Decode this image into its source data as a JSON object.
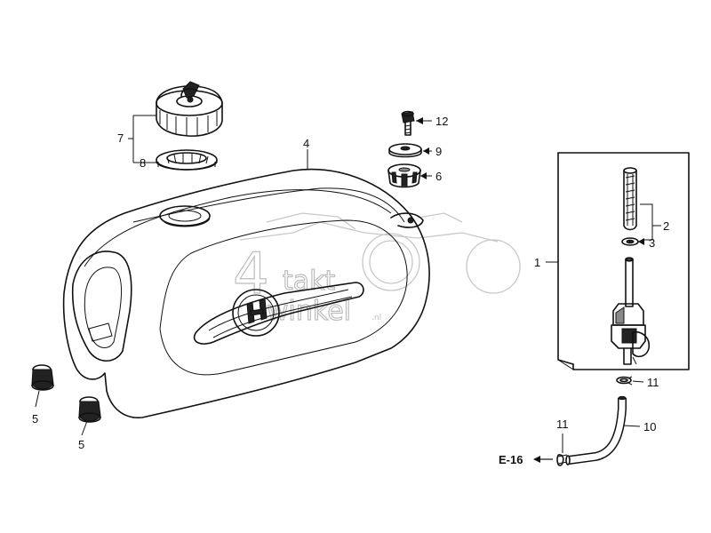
{
  "callouts": {
    "c1": "1",
    "c2": "2",
    "c3": "3",
    "c4": "4",
    "c5a": "5",
    "c5b": "5",
    "c6": "6",
    "c7": "7",
    "c8": "8",
    "c9": "9",
    "c10": "10",
    "c11a": "11",
    "c11b": "11",
    "c12": "12",
    "ref": "E-16"
  },
  "watermark": {
    "digit": "4",
    "word1": "takt",
    "word2": "winkel",
    "suffix": ".nl"
  }
}
